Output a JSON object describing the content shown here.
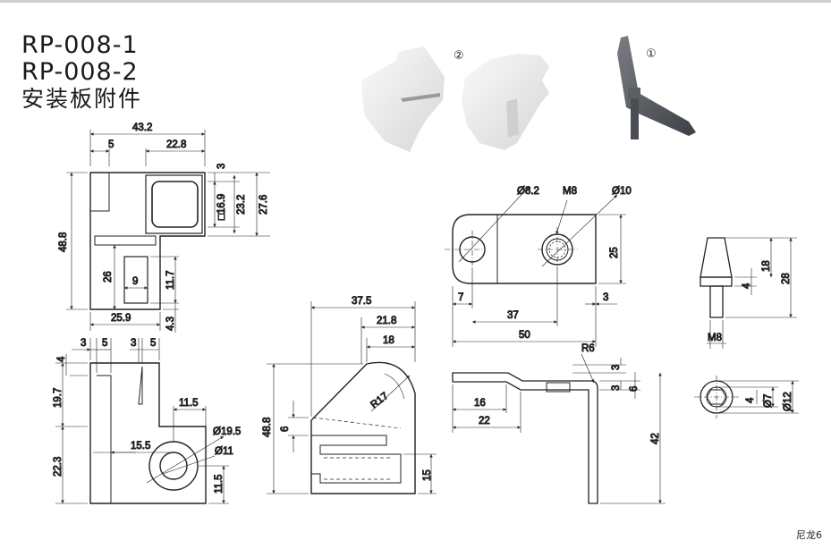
{
  "titles": {
    "line1": "RP-008-1",
    "line2": "RP-008-2",
    "line3": "安装板附件"
  },
  "photo_labels": {
    "part2": "②",
    "part1": "①"
  },
  "page_label": "尼龙6",
  "dims": {
    "v1": {
      "d43_2": "43.2",
      "d5": "5",
      "d22_8": "22.8",
      "d3": "3",
      "d16_9": "□16.9",
      "d23_2": "23.2",
      "d27_6": "27.6",
      "d48_8": "48.8",
      "d26": "26",
      "d9": "9",
      "d11_7": "11.7",
      "d25_9": "25.9",
      "d4_3": "4.3"
    },
    "v2": {
      "a3": "3",
      "a5": "5",
      "b3": "3",
      "b5": "5",
      "d4": "4",
      "d19_7": "19.7",
      "d11_5": "11.5",
      "d19_5": "Ø19.5",
      "d15_5": "15.5",
      "d11": "Ø11",
      "d22_3": "22.3",
      "d11_5b": "11.5"
    },
    "v3": {
      "d37_5": "37.5",
      "d21_8": "21.8",
      "d18": "18",
      "r17": "R17",
      "d48_8": "48.8",
      "d6": "6",
      "d15": "15"
    },
    "v4": {
      "d8_2": "Ø8.2",
      "m8": "M8",
      "d10": "Ø10",
      "d25": "25",
      "d7": "7",
      "d3": "3",
      "d37": "37",
      "d50": "50"
    },
    "v5": {
      "r6": "R6",
      "d3a": "3",
      "d3b": "3",
      "d6": "6",
      "d16": "16",
      "d22": "22",
      "d42": "42"
    },
    "v6": {
      "d18": "18",
      "d28": "28",
      "d4": "4",
      "m8": "M8",
      "d4b": "4",
      "d7": "Ø7",
      "d12": "Ø12"
    }
  }
}
